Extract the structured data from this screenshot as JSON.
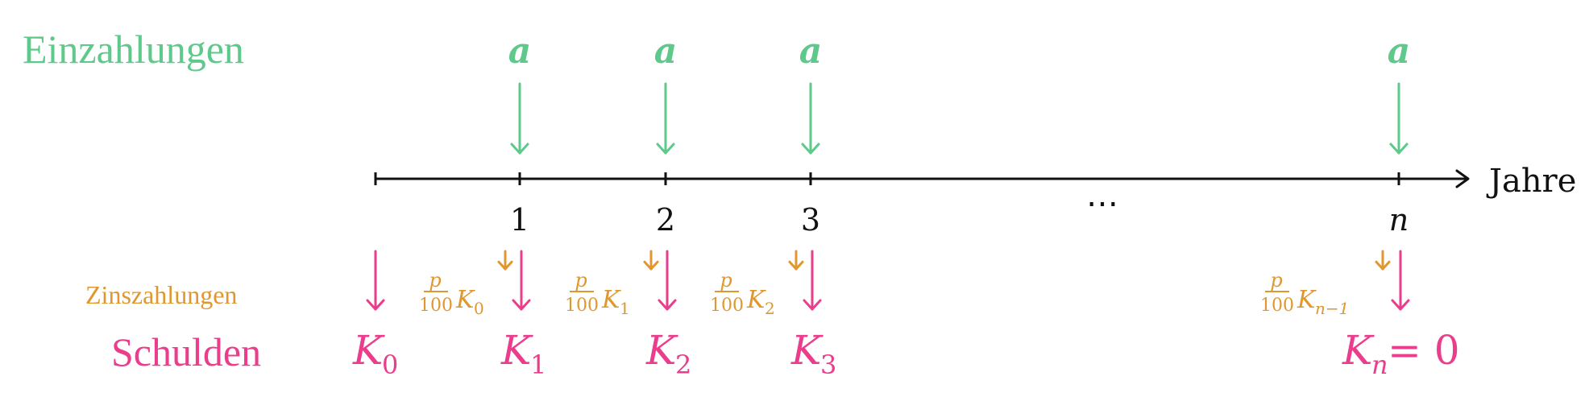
{
  "colors": {
    "green": "#5ec98a",
    "orange": "#e0972f",
    "pink": "#ea3d8b",
    "axis": "#111111"
  },
  "labels": {
    "einzahlungen": "Einzahlungen",
    "zinszahlungen": "Zinszahlungen",
    "schulden": "Schulden",
    "jahre": "Jahre",
    "ellipsis": "⋯"
  },
  "deposits": [
    {
      "label": "a"
    },
    {
      "label": "a"
    },
    {
      "label": "a"
    },
    {
      "label": "a"
    }
  ],
  "ticks": [
    {
      "label": ""
    },
    {
      "label": "1"
    },
    {
      "label": "2"
    },
    {
      "label": "3"
    },
    {
      "label": "n"
    }
  ],
  "interest": [
    {
      "frac_num": "p",
      "frac_den": "100",
      "base": "K",
      "sub": "0"
    },
    {
      "frac_num": "p",
      "frac_den": "100",
      "base": "K",
      "sub": "1"
    },
    {
      "frac_num": "p",
      "frac_den": "100",
      "base": "K",
      "sub": "2"
    },
    {
      "frac_num": "p",
      "frac_den": "100",
      "base": "K",
      "sub": "n−1"
    }
  ],
  "debts": [
    {
      "base": "K",
      "sub": "0",
      "suffix": ""
    },
    {
      "base": "K",
      "sub": "1",
      "suffix": ""
    },
    {
      "base": "K",
      "sub": "2",
      "suffix": ""
    },
    {
      "base": "K",
      "sub": "3",
      "suffix": ""
    },
    {
      "base": "K",
      "sub": "n",
      "suffix": " = 0"
    }
  ]
}
